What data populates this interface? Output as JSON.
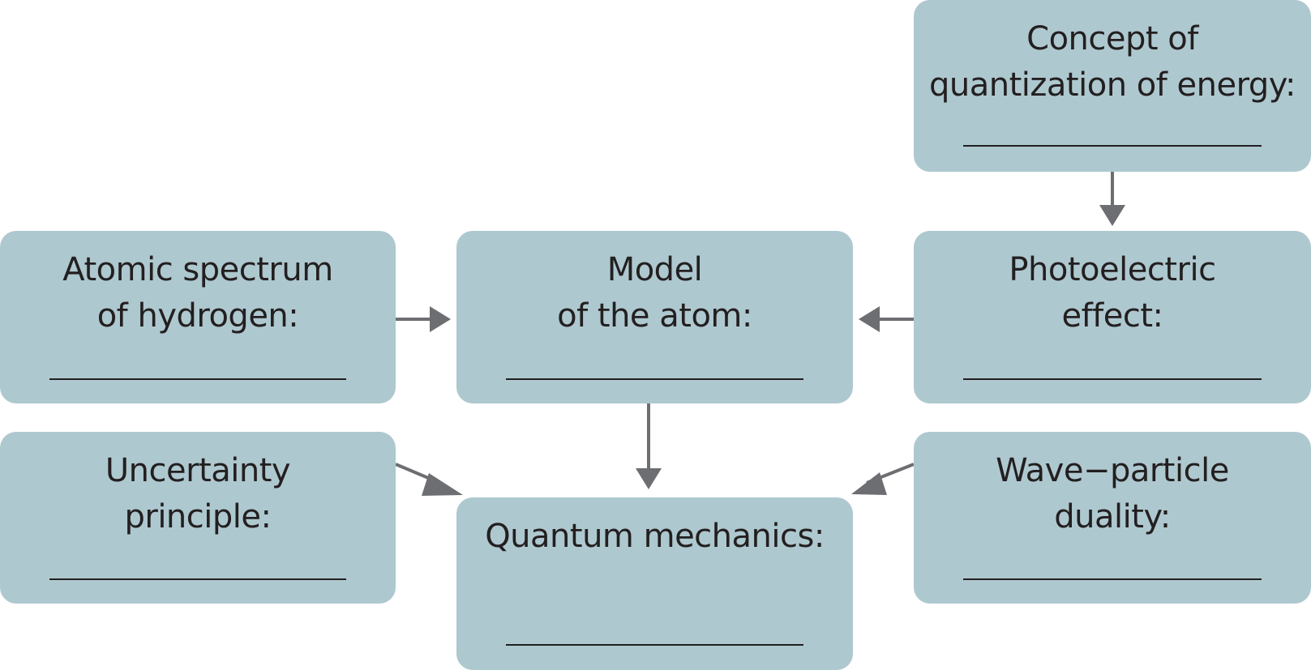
{
  "diagram": {
    "boxes": {
      "quantization": {
        "title": "Concept of\nquantization of energy:",
        "answer": ""
      },
      "hydrogen": {
        "title": "Atomic spectrum\nof hydrogen:",
        "answer": ""
      },
      "atom_model": {
        "title": "Model\nof the atom:",
        "answer": ""
      },
      "photoelectric": {
        "title": "Photoelectric\neffect:",
        "answer": ""
      },
      "uncertainty": {
        "title": "Uncertainty\nprinciple:",
        "answer": ""
      },
      "quantum": {
        "title": "Quantum mechanics:",
        "answer": ""
      },
      "duality": {
        "title": "Wave−particle\nduality:",
        "answer": ""
      }
    },
    "edges": [
      {
        "from": "quantization",
        "to": "photoelectric"
      },
      {
        "from": "hydrogen",
        "to": "atom_model"
      },
      {
        "from": "photoelectric",
        "to": "atom_model"
      },
      {
        "from": "atom_model",
        "to": "quantum"
      },
      {
        "from": "uncertainty",
        "to": "quantum"
      },
      {
        "from": "duality",
        "to": "quantum"
      }
    ],
    "colors": {
      "box": "#aec8cf",
      "arrow": "#6d6e71",
      "text": "#231f20"
    }
  }
}
